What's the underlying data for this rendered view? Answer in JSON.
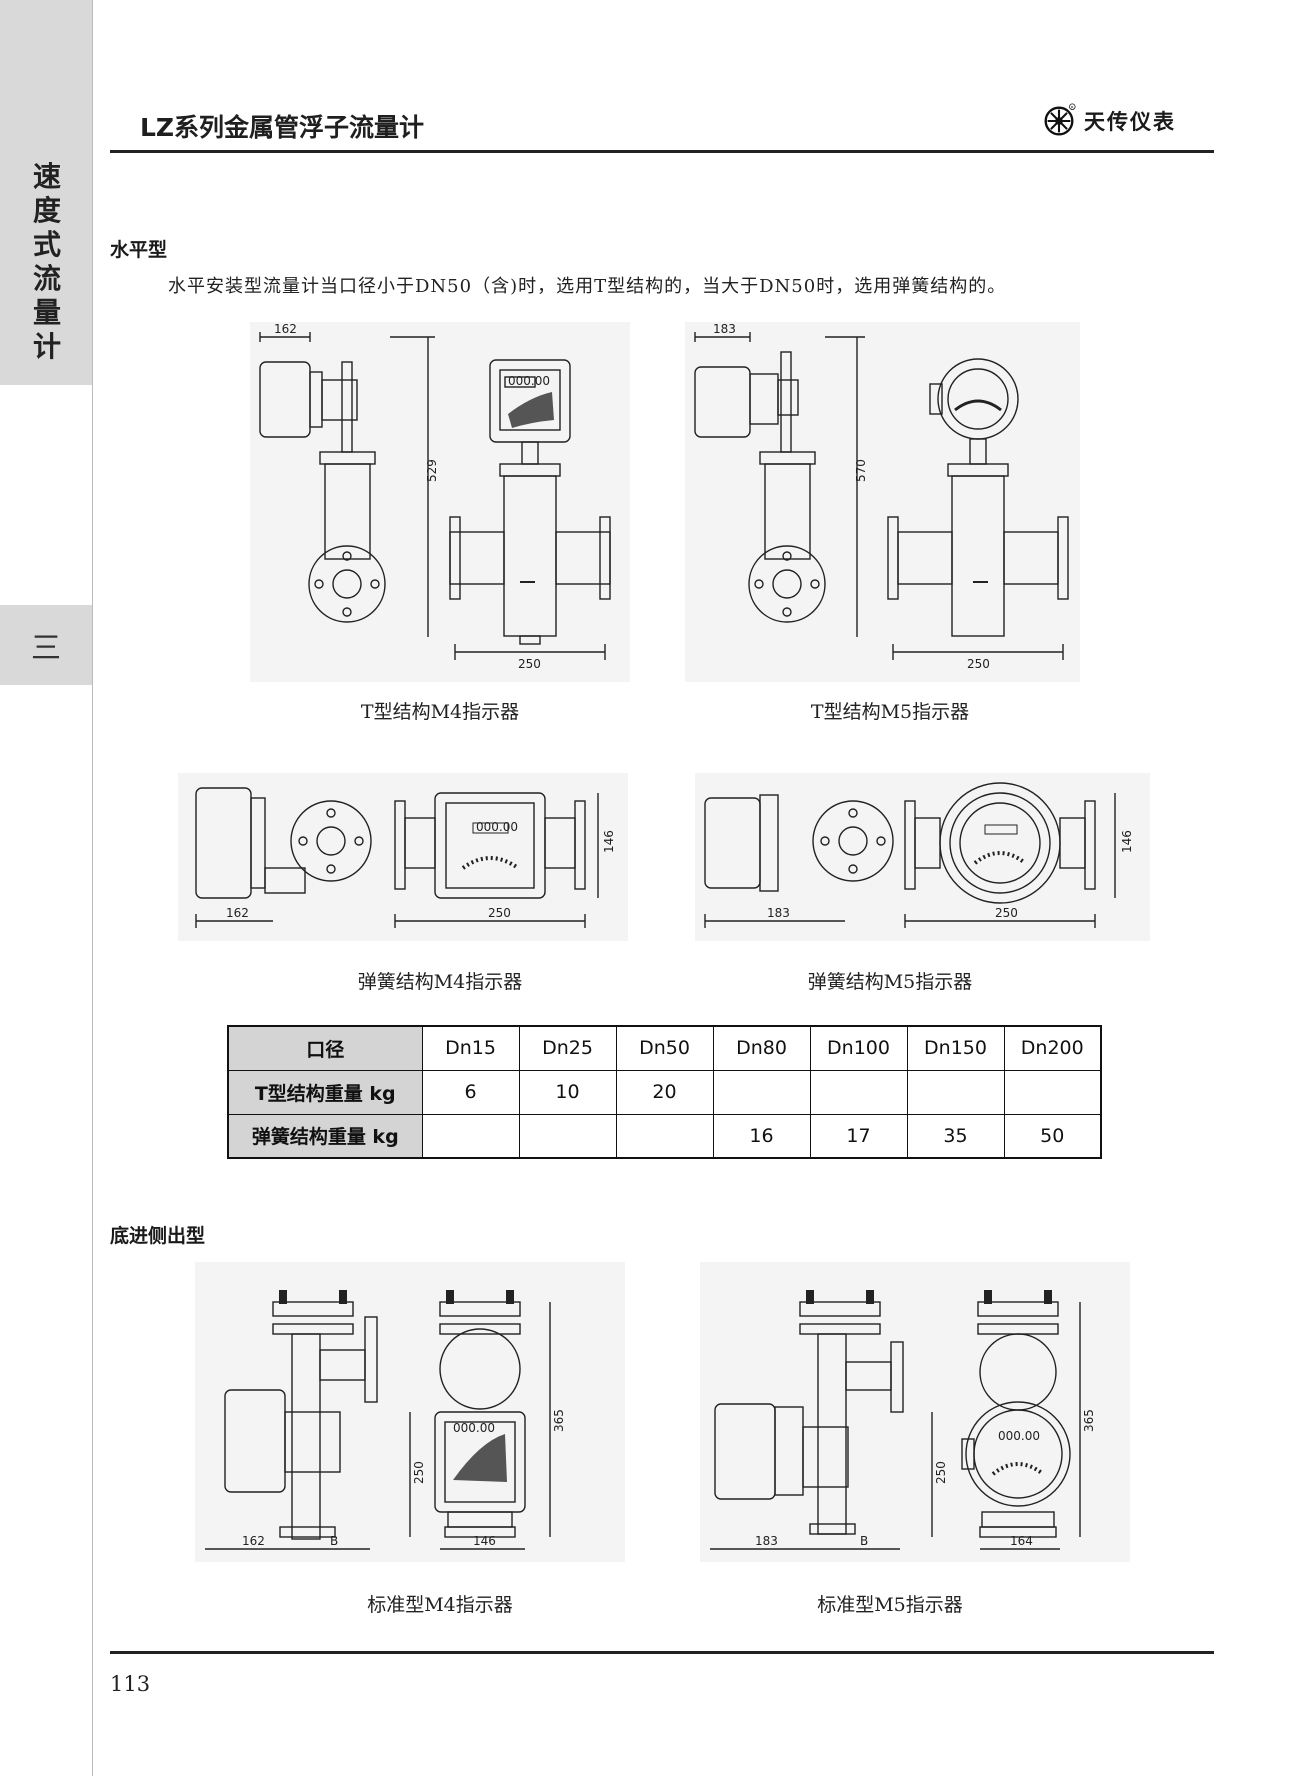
{
  "side_tab": {
    "vertical_label": "速度式流量计",
    "chapter_number": "三"
  },
  "header": {
    "title": "LZ系列金属管浮子流量计",
    "brand": "天传仪表"
  },
  "sections": {
    "horizontal": {
      "title": "水平型",
      "description": "水平安装型流量计当口径小于DN50（含)时，选用T型结构的，当大于DN50时，选用弹簧结构的。"
    },
    "bottom_side": {
      "title": "底进侧出型"
    }
  },
  "figures": [
    {
      "caption": "T型结构M4指示器",
      "dims": {
        "top": "162",
        "height": "529",
        "width": "250"
      }
    },
    {
      "caption": "T型结构M5指示器",
      "dims": {
        "top": "183",
        "height": "570",
        "width": "250"
      }
    },
    {
      "caption": "弹簧结构M4指示器",
      "dims": {
        "left": "162",
        "width": "250",
        "height": "146"
      }
    },
    {
      "caption": "弹簧结构M5指示器",
      "dims": {
        "left": "183",
        "width": "250",
        "height": "146"
      }
    },
    {
      "caption": "标准型M4指示器",
      "dims": {
        "left": "162",
        "mid": "B",
        "right": "146",
        "h1": "250",
        "h2": "365"
      }
    },
    {
      "caption": "标准型M5指示器",
      "dims": {
        "left": "183",
        "mid": "B",
        "right": "164",
        "h1": "250",
        "h2": "365"
      }
    }
  ],
  "table": {
    "header_label": "口径",
    "columns": [
      "Dn15",
      "Dn25",
      "Dn50",
      "Dn80",
      "Dn100",
      "Dn150",
      "Dn200"
    ],
    "rows": [
      {
        "label": "T型结构重量 kg",
        "values": [
          "6",
          "10",
          "20",
          "",
          "",
          "",
          ""
        ]
      },
      {
        "label": "弹簧结构重量 kg",
        "values": [
          "",
          "",
          "",
          "16",
          "17",
          "35",
          "50"
        ]
      }
    ]
  },
  "indicator_readout": "000.00",
  "footer": {
    "page_number": "113"
  }
}
